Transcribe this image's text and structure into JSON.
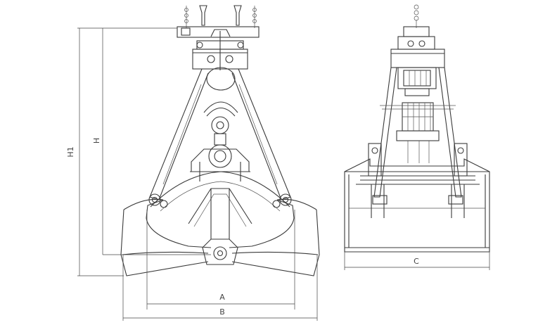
{
  "dimensions": {
    "h1": "H1",
    "h": "H",
    "a": "A",
    "b": "B",
    "c": "C"
  },
  "views": [
    "front-view",
    "side-view"
  ],
  "colors": {
    "line": "#3a3a3a",
    "background": "#ffffff"
  }
}
